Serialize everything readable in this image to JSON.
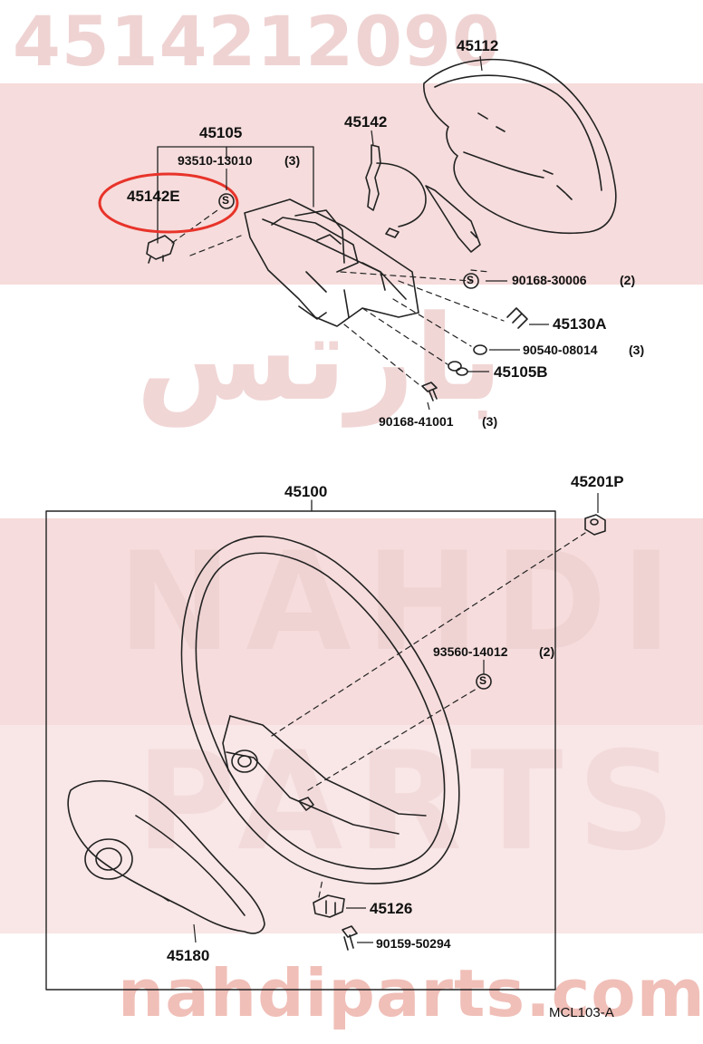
{
  "watermark": {
    "part_number": "4514212090",
    "arabic": "بارتس",
    "brand_a": "NAHDI",
    "brand_b": "PARTS",
    "url": "nahdiparts.com"
  },
  "parts": {
    "p45112": "45112",
    "p45105": "45105",
    "p93510": "93510-13010",
    "p93510_qty": "(3)",
    "p45142e": "45142E",
    "p45142": "45142",
    "p90168_30006": "90168-30006",
    "p90168_30006_qty": "(2)",
    "p45130a": "45130A",
    "p90540": "90540-08014",
    "p90540_qty": "(3)",
    "p45105b": "45105B",
    "p90168_41001": "90168-41001",
    "p90168_41001_qty": "(3)",
    "p45100": "45100",
    "p45201p": "45201P",
    "p93560": "93560-14012",
    "p93560_qty": "(2)",
    "p45126": "45126",
    "p90159": "90159-50294",
    "p45180": "45180"
  },
  "symbols": {
    "s_marker": "S"
  },
  "reference": "MCL103-A",
  "highlight": {
    "color": "#e8332a",
    "target": "45142E"
  }
}
